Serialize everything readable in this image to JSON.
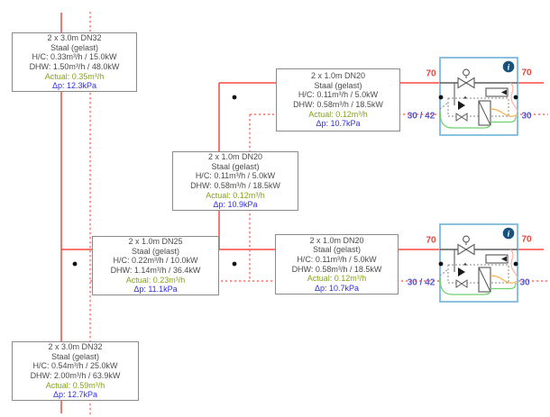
{
  "diagram_title": "heating-network-scheme",
  "labels": {
    "supply_temp": "70",
    "return_temp_mixed": "30 / 42",
    "return_temp": "30",
    "info": "i"
  },
  "pipes": [
    {
      "size": "2 x 3.0m DN32",
      "material": "Staal (gelast)",
      "hc": "H/C: 0.33m³/h / 15.0kW",
      "dhw": "DHW: 1.50m³/h / 48.0kW",
      "actual": "Actual: 0.35m³/h",
      "dp": "Δp: 12.3kPa"
    },
    {
      "size": "2 x 1.0m DN20",
      "material": "Staal (gelast)",
      "hc": "H/C: 0.11m³/h / 5.0kW",
      "dhw": "DHW: 0.58m³/h / 18.5kW",
      "actual": "Actual: 0.12m³/h",
      "dp": "Δp: 10.7kPa"
    },
    {
      "size": "2 x 1.0m DN20",
      "material": "Staal (gelast)",
      "hc": "H/C: 0.11m³/h / 5.0kW",
      "dhw": "DHW: 0.58m³/h / 18.5kW",
      "actual": "Actual: 0.12m³/h",
      "dp": "Δp: 10.9kPa"
    },
    {
      "size": "2 x 1.0m DN25",
      "material": "Staal (gelast)",
      "hc": "H/C: 0.22m³/h / 10.0kW",
      "dhw": "DHW: 1.14m³/h / 36.4kW",
      "actual": "Actual: 0.23m³/h",
      "dp": "Δp: 11.1kPa"
    },
    {
      "size": "2 x 1.0m DN20",
      "material": "Staal (gelast)",
      "hc": "H/C: 0.11m³/h / 5.0kW",
      "dhw": "DHW: 0.58m³/h / 18.5kW",
      "actual": "Actual: 0.12m³/h",
      "dp": "Δp: 10.7kPa"
    },
    {
      "size": "2 x 3.0m DN32",
      "material": "Staal (gelast)",
      "hc": "H/C: 0.54m³/h / 25.0kW",
      "dhw": "DHW: 2.00m³/h / 63.9kW",
      "actual": "Actual: 0.59m³/h",
      "dp": "Δp: 12.7kPa"
    }
  ],
  "colors": {
    "supply_line": "#f94940",
    "return_line": "#ff6b63",
    "actual_text": "#83a21c",
    "dp_text": "#2f2fe0",
    "temp_supply_text": "#ef4136",
    "temp_return_text": "#5b57d8",
    "unit_border": "#7fb9dc",
    "info_badge": "#19537d"
  }
}
